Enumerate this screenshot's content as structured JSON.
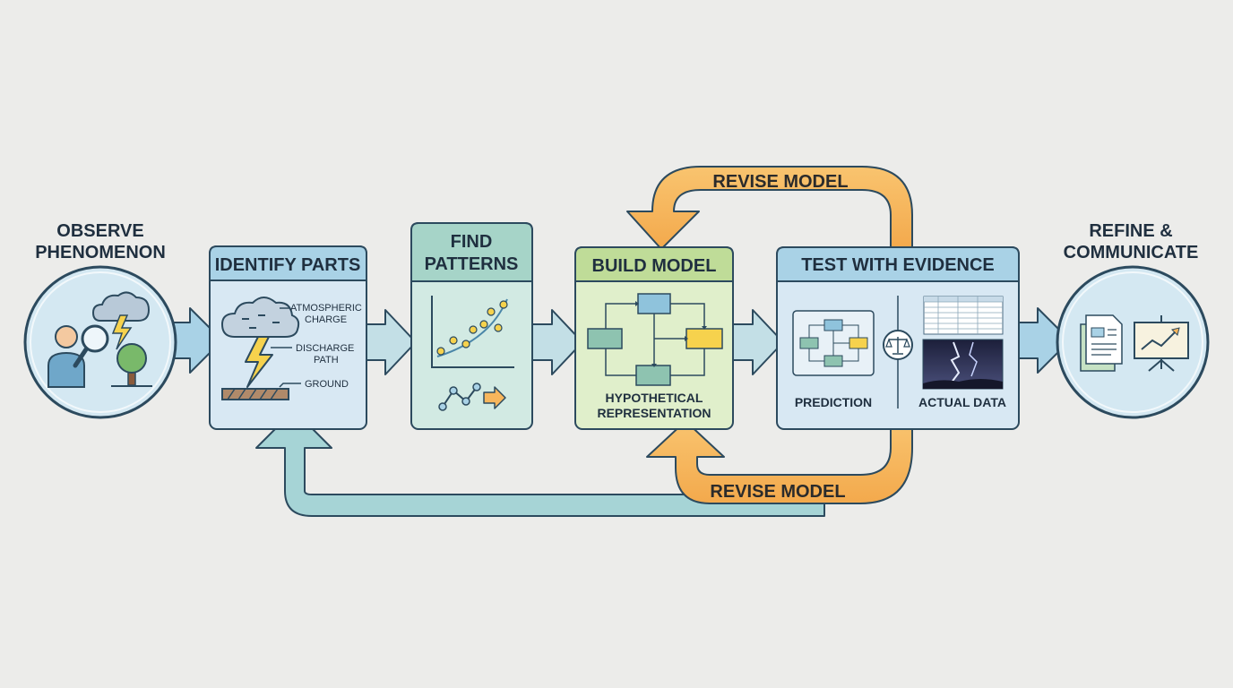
{
  "stages": {
    "observe": {
      "title_line1": "OBSERVE",
      "title_line2": "PHENOMENON"
    },
    "identify": {
      "title": "IDENTIFY PARTS",
      "labels": {
        "atmospheric_1": "ATMOSPHERIC",
        "atmospheric_2": "CHARGE",
        "discharge_1": "DISCHARGE",
        "discharge_2": "PATH",
        "ground": "GROUND"
      }
    },
    "patterns": {
      "title_line1": "FIND",
      "title_line2": "PATTERNS"
    },
    "build": {
      "title": "BUILD MODEL",
      "caption_line1": "HYPOTHETICAL",
      "caption_line2": "REPRESENTATION"
    },
    "test": {
      "title": "TEST WITH EVIDENCE",
      "prediction": "PREDICTION",
      "actual": "ACTUAL DATA"
    },
    "refine": {
      "title_line1": "REFINE &",
      "title_line2": "COMMUNICATE"
    }
  },
  "loops": {
    "revise_top": "REVISE MODEL",
    "revise_bottom": "REVISE MODEL"
  },
  "colors": {
    "background": "#ececea",
    "flow_arrow": "#a9d2e6",
    "identify_fill": "#d8e8f3",
    "patterns_fill": "#d2eae3",
    "build_fill": "#e0efcb",
    "test_fill": "#d8e8f3",
    "revise_orange": "#f7b65c",
    "return_teal": "#9fd0d4",
    "stroke": "#2c4a5e"
  }
}
